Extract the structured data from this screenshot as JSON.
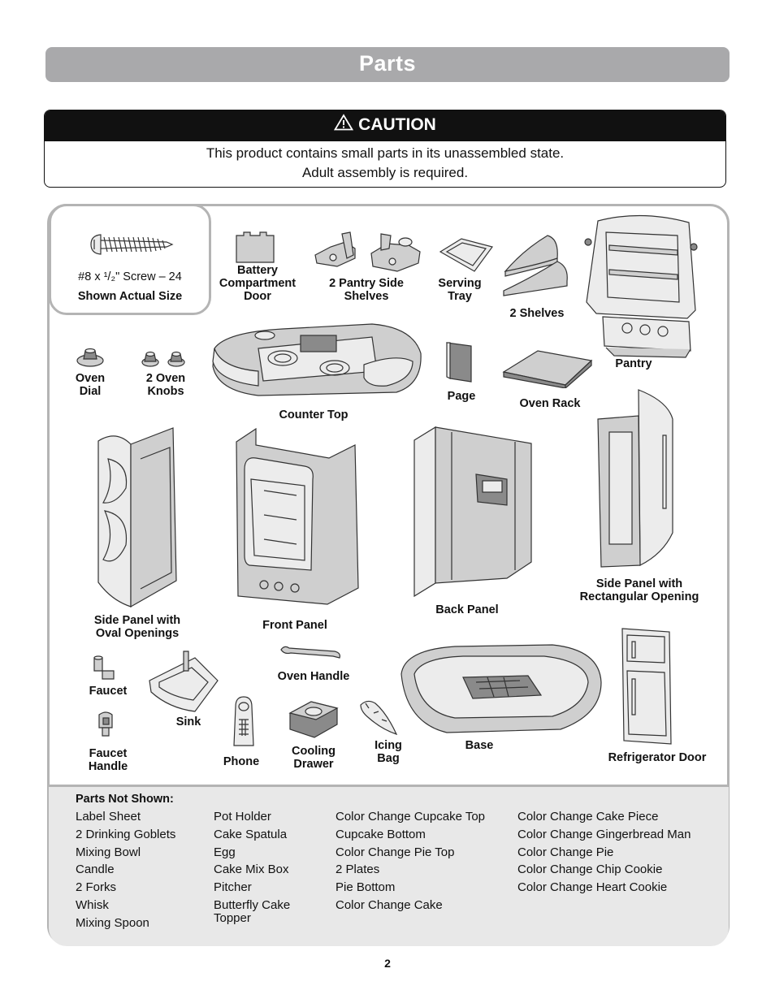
{
  "header": {
    "title": "Parts"
  },
  "caution": {
    "title": "CAUTION",
    "line1": "This product contains small parts in its unassembled state.",
    "line2": "Adult assembly is required."
  },
  "screw": {
    "count_label": "#8 x ¹/₂\" Screw – 24",
    "size_note": "Shown Actual Size"
  },
  "parts": {
    "battery_door": [
      "Battery",
      "Compartment",
      "Door"
    ],
    "pantry_side_shelves": [
      "2 Pantry Side",
      "Shelves"
    ],
    "serving_tray": [
      "Serving",
      "Tray"
    ],
    "shelves": "2 Shelves",
    "pantry": "Pantry",
    "oven_dial": [
      "Oven",
      "Dial"
    ],
    "oven_knobs": [
      "2 Oven",
      "Knobs"
    ],
    "counter_top": "Counter Top",
    "page": "Page",
    "oven_rack": "Oven Rack",
    "side_panel_oval": [
      "Side Panel with",
      "Oval Openings"
    ],
    "front_panel": "Front Panel",
    "back_panel": "Back Panel",
    "side_panel_rect": [
      "Side Panel with",
      "Rectangular Opening"
    ],
    "faucet": "Faucet",
    "sink": "Sink",
    "oven_handle": "Oven Handle",
    "faucet_handle": [
      "Faucet",
      "Handle"
    ],
    "phone": "Phone",
    "cooling_drawer": [
      "Cooling",
      "Drawer"
    ],
    "icing_bag": [
      "Icing",
      "Bag"
    ],
    "base": "Base",
    "refrigerator_door": "Refrigerator Door"
  },
  "not_shown": {
    "heading": "Parts Not Shown:",
    "col1": [
      "Label Sheet",
      "2 Drinking Goblets",
      "Mixing Bowl",
      "Candle",
      "2 Forks",
      "Whisk",
      "Mixing Spoon"
    ],
    "col2": [
      "Pot Holder",
      "Cake Spatula",
      "Egg",
      "Cake Mix Box",
      "Pitcher",
      "Butterfly Cake",
      "Topper"
    ],
    "col3": [
      "Color Change Cupcake Top",
      "Cupcake Bottom",
      "Color Change Pie Top",
      "2 Plates",
      "Pie Bottom",
      "Color Change Cake"
    ],
    "col4": [
      "Color Change Cake Piece",
      "Color Change Gingerbread Man",
      "Color Change Pie",
      "Color Change Chip Cookie",
      "Color Change Heart Cookie"
    ]
  },
  "footer": {
    "page_number": "2"
  }
}
